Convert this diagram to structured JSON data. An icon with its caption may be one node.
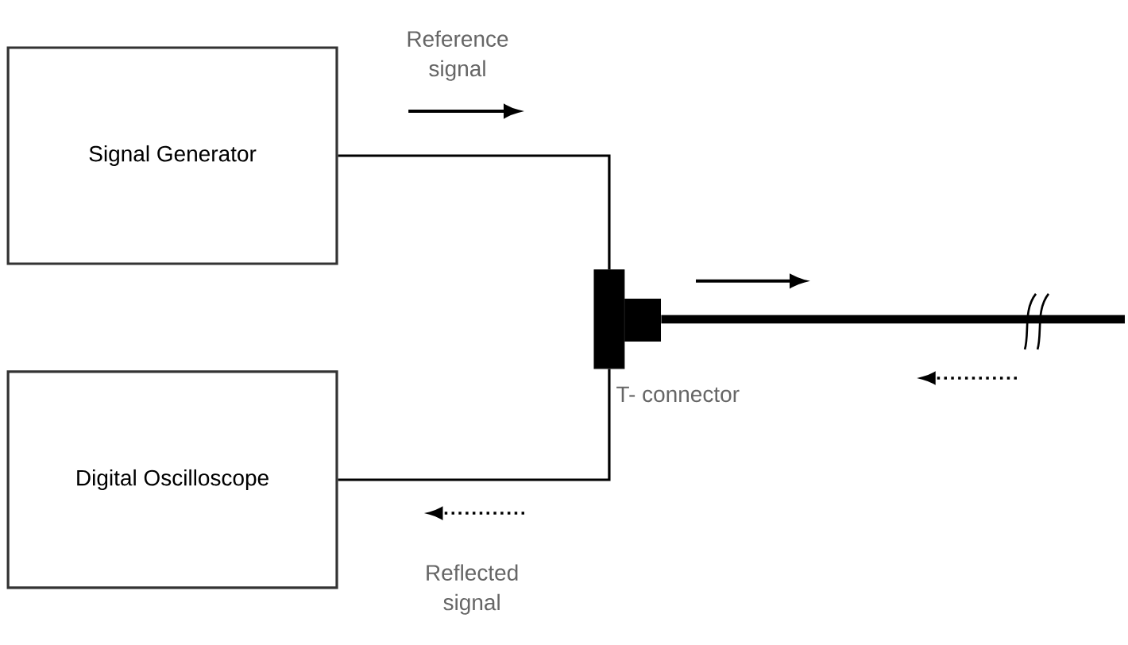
{
  "diagram": {
    "nodes": [
      {
        "text": [
          "Signal Generator"
        ]
      },
      {
        "text": [
          "Digital Oscilloscope"
        ]
      },
      {
        "text": [],
        "shape": "box",
        "beside": [
          "T- connector"
        ]
      }
    ],
    "edges": [
      {
        "from": 0,
        "to": 2,
        "arrow": "none"
      },
      {
        "from": 1,
        "to": 2,
        "arrow": "none"
      },
      {
        "from": 2,
        "to": null,
        "arrow": "none",
        "style": "thick"
      }
    ],
    "labels": [
      "Reference signal",
      "Reflected signal"
    ]
  }
}
